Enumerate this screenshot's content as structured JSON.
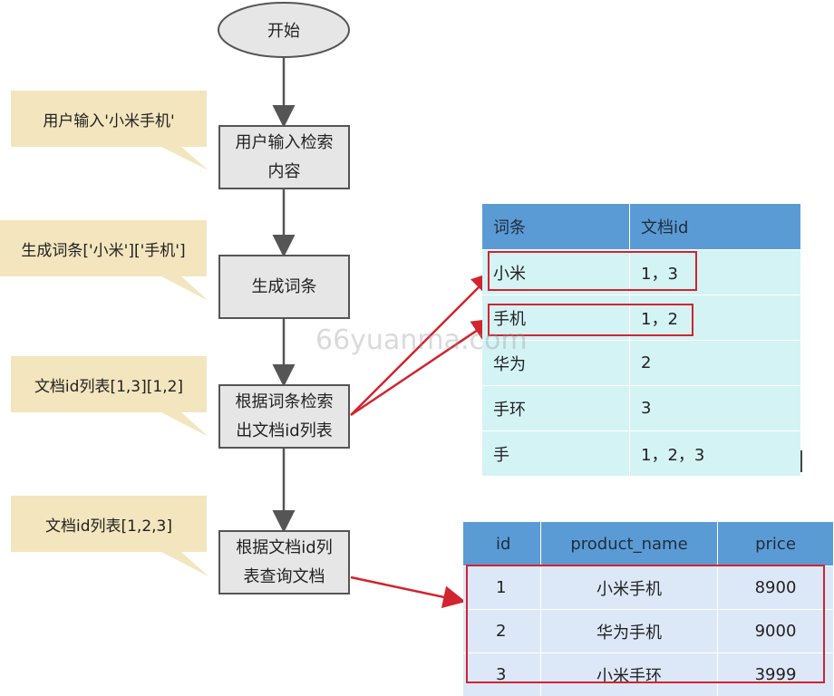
{
  "flow": {
    "start": "开始",
    "steps": [
      {
        "line1": "用户输入检索",
        "line2": "内容"
      },
      {
        "line1": "生成词条",
        "line2": ""
      },
      {
        "line1": "根据词条检索",
        "line2": "出文档id列表"
      },
      {
        "line1": "根据文档id列",
        "line2": "表查询文档"
      }
    ]
  },
  "notes": [
    "用户输入'小米手机'",
    "生成词条['小米']['手机']",
    "文档id列表[1,3][1,2]",
    "文档id列表[1,2,3]"
  ],
  "index_table": {
    "headers": [
      "词条",
      "文档id"
    ],
    "rows": [
      [
        "小米",
        "1，3"
      ],
      [
        "手机",
        "1，2"
      ],
      [
        "华为",
        "2"
      ],
      [
        "手环",
        "3"
      ],
      [
        "手",
        "1，2，3"
      ]
    ]
  },
  "product_table": {
    "headers": [
      "id",
      "product_name",
      "price"
    ],
    "rows": [
      [
        "1",
        "小米手机",
        "8900"
      ],
      [
        "2",
        "华为手机",
        "9000"
      ],
      [
        "3",
        "小米手环",
        "3999"
      ]
    ]
  },
  "watermark": "66yuanma.com",
  "colors": {
    "note_bg": "#f3e5bd",
    "box_bg": "#e6e6e6",
    "header_blue": "#5b9bd5",
    "index_cell": "#d4f3f5",
    "product_cell": "#dce8f7",
    "highlight_red": "#d1242f"
  }
}
